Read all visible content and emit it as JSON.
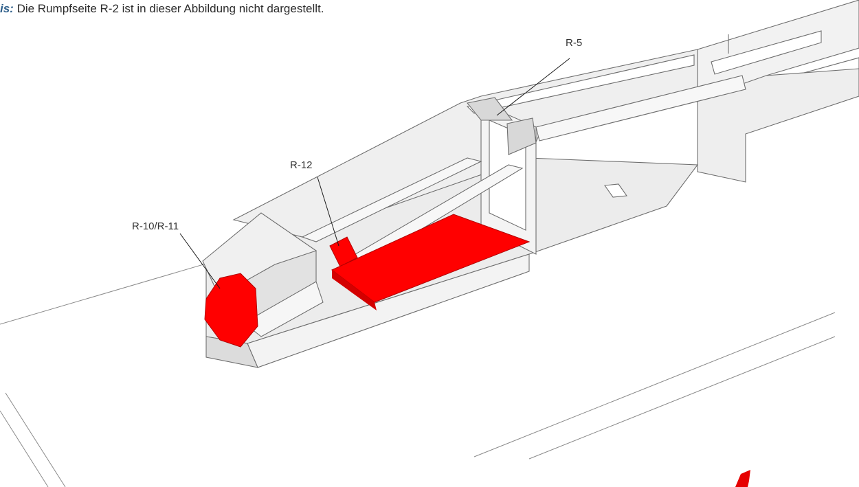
{
  "note": {
    "emphasis": "is:",
    "text": " Die Rumpfseite R-2 ist in dieser Abbildung nicht dargestellt."
  },
  "callouts": {
    "r5": "R-5",
    "r12": "R-12",
    "r10_r11": "R-10/R-11"
  },
  "colors": {
    "highlight": "#ff0000",
    "part_fill": "#eeeeee",
    "outline": "#6e6e6e",
    "note_emphasis": "#2e5f8a"
  }
}
